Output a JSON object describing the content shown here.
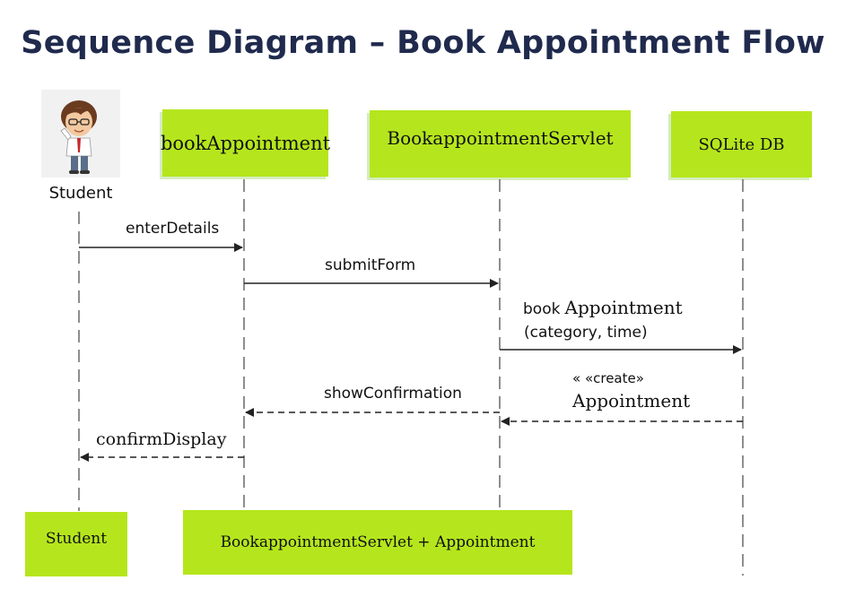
{
  "title": "Sequence Diagram – Book Appointment Flow",
  "actor": {
    "label": "Student",
    "icon": "student-cartoon-icon"
  },
  "lifelines": [
    {
      "id": "bookAppointment",
      "label": "bookAppointment"
    },
    {
      "id": "servlet",
      "label": "BookappointmentServlet"
    },
    {
      "id": "db",
      "label": "SQLite DB"
    }
  ],
  "messages": [
    {
      "text": "enterDetails",
      "type": "sync"
    },
    {
      "text": "submitForm",
      "type": "sync"
    },
    {
      "text_line1_a": "book",
      "text_line1_b": "Appointment",
      "text_line2": "(category, time)",
      "type": "sync"
    },
    {
      "stereotype": "« «create»",
      "text": "Appointment",
      "type": "return"
    },
    {
      "text": "showConfirmation",
      "type": "return"
    },
    {
      "text": "confirmDisplay",
      "type": "return"
    }
  ],
  "footer": {
    "student": "Student",
    "combined": "BookappointmentServlet + Appointment"
  },
  "colors": {
    "box": "#b5e61d",
    "title": "#1f2a4d",
    "line": "#222222"
  }
}
